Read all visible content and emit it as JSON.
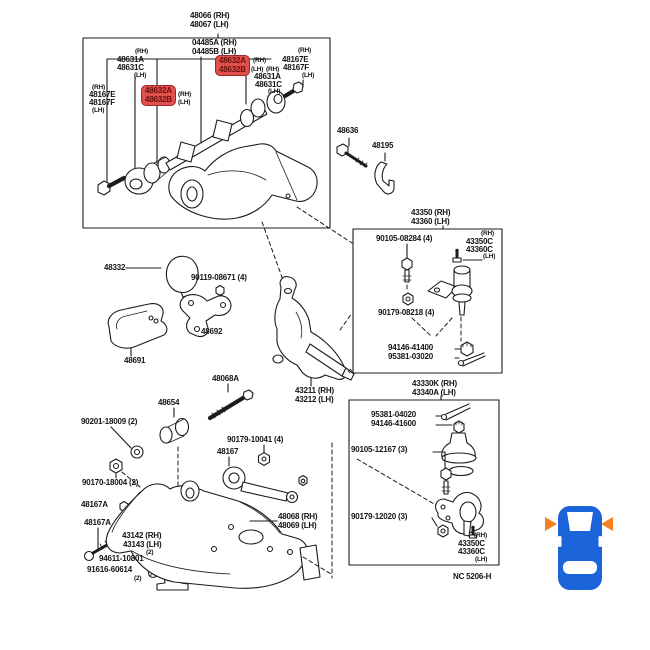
{
  "colors": {
    "highlight": "#e0504d",
    "line": "#1c1c1c",
    "car_body": "#1c64d9",
    "car_arrow": "#f5811f"
  },
  "diagram": {
    "footer_code": "NC 5206-H",
    "marks": {
      "rh": "(RH)",
      "lh": "(LH)",
      "qty2": "(2)"
    },
    "upper_arm": {
      "arm_rh": "48066 (RH)",
      "arm_lh": "48067 (LH)",
      "shaft_rh": "04485A (RH)",
      "shaft_lh": "04485B (LH)",
      "cam_a": "48631A",
      "cam_c": "48631C",
      "collar_e": "48167E",
      "collar_f": "48167F",
      "bushing_hl_a": "48632A",
      "bushing_hl_b": "48632B"
    },
    "misc": {
      "bolt_48636": "48636",
      "clamp_48195": "48195",
      "bumper_48332": "48332",
      "bolt_90119": "90119-08671 (4)",
      "bracket_48692": "48692",
      "plate_48691": "48691",
      "knuckle_rh": "43211 (RH)",
      "knuckle_lh": "43212 (LH)",
      "bolt_48068a": "48068A"
    },
    "upper_ball_joint": {
      "title_rh": "43350 (RH)",
      "title_lh": "43360 (LH)",
      "bolt": "90105-08284 (4)",
      "fitting_rh": "43350C",
      "fitting_lh": "43360C",
      "nut": "90179-08218 (4)",
      "castle_nut": "94146-41400",
      "cotter_pin": "95381-03020"
    },
    "lower_ball_joint": {
      "title_rh": "43330K (RH)",
      "title_lh": "43340A (LH)",
      "cotter_pin": "95381-04020",
      "castle_nut": "94146-41600",
      "bolt": "90105-12167 (3)",
      "nut": "90179-12020 (3)",
      "fitting_rh": "43350C",
      "fitting_lh": "43360C"
    },
    "lower_arm": {
      "arm_rh": "48068 (RH)",
      "arm_lh": "48069 (LH)",
      "bushing_48654": "48654",
      "washer_90201": "90201-18009 (2)",
      "nut_90170": "90170-18004 (2)",
      "bolt_48167a": "48167A",
      "cam_bolt_rh": "43142 (RH)",
      "cam_bolt_lh": "43143 (LH)",
      "washer_94611": "94611-10801",
      "bolt_91616": "91616-60614",
      "nut_90179_10041": "90179-10041 (4)",
      "strut_rod": "48167"
    }
  }
}
